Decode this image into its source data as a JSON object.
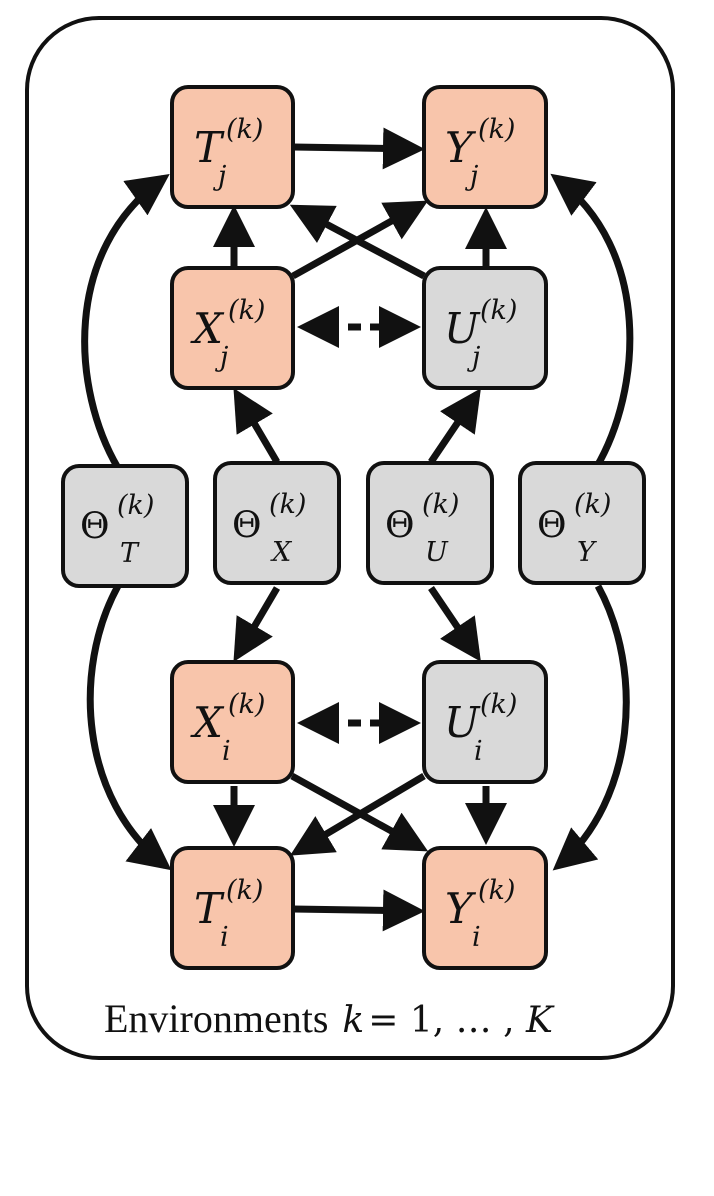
{
  "caption": {
    "word": "Environments",
    "math_prefix": "k",
    "math_rest": " = 1, … , ",
    "math_last": "K"
  },
  "superscript": "(k)",
  "colors": {
    "observed_fill": "#f8c5ab",
    "latent_fill": "#d9d9d9",
    "stroke": "#111111"
  },
  "nodes": {
    "Tj": {
      "symbol": "T",
      "sub": "j",
      "kind": "observed"
    },
    "Yj": {
      "symbol": "Y",
      "sub": "j",
      "kind": "observed"
    },
    "Xj": {
      "symbol": "X",
      "sub": "j",
      "kind": "observed"
    },
    "Uj": {
      "symbol": "U",
      "sub": "j",
      "kind": "latent"
    },
    "ThT": {
      "symbol": "Θ",
      "sub": "T",
      "kind": "latent"
    },
    "ThX": {
      "symbol": "Θ",
      "sub": "X",
      "kind": "latent"
    },
    "ThU": {
      "symbol": "Θ",
      "sub": "U",
      "kind": "latent"
    },
    "ThY": {
      "symbol": "Θ",
      "sub": "Y",
      "kind": "latent"
    },
    "Xi": {
      "symbol": "X",
      "sub": "i",
      "kind": "observed"
    },
    "Ui": {
      "symbol": "U",
      "sub": "i",
      "kind": "latent"
    },
    "Ti": {
      "symbol": "T",
      "sub": "i",
      "kind": "observed"
    },
    "Yi": {
      "symbol": "Y",
      "sub": "i",
      "kind": "observed"
    }
  },
  "edges": [
    {
      "from": "Tj",
      "to": "Yj",
      "style": "solid"
    },
    {
      "from": "Xj",
      "to": "Tj",
      "style": "solid"
    },
    {
      "from": "Xj",
      "to": "Yj",
      "style": "solid"
    },
    {
      "from": "Uj",
      "to": "Tj",
      "style": "solid"
    },
    {
      "from": "Uj",
      "to": "Yj",
      "style": "solid"
    },
    {
      "from": "Xj",
      "to": "Uj",
      "style": "dotted-bidirectional"
    },
    {
      "from": "ThX",
      "to": "Xj",
      "style": "solid"
    },
    {
      "from": "ThU",
      "to": "Uj",
      "style": "solid"
    },
    {
      "from": "ThT",
      "to": "Tj",
      "style": "curved"
    },
    {
      "from": "ThY",
      "to": "Yj",
      "style": "curved"
    },
    {
      "from": "ThX",
      "to": "Xi",
      "style": "solid"
    },
    {
      "from": "ThU",
      "to": "Ui",
      "style": "solid"
    },
    {
      "from": "ThT",
      "to": "Ti",
      "style": "curved"
    },
    {
      "from": "ThY",
      "to": "Yi",
      "style": "curved"
    },
    {
      "from": "Xi",
      "to": "Ui",
      "style": "dotted-bidirectional"
    },
    {
      "from": "Xi",
      "to": "Ti",
      "style": "solid"
    },
    {
      "from": "Xi",
      "to": "Yi",
      "style": "solid"
    },
    {
      "from": "Ui",
      "to": "Ti",
      "style": "solid"
    },
    {
      "from": "Ui",
      "to": "Yi",
      "style": "solid"
    },
    {
      "from": "Ti",
      "to": "Yi",
      "style": "solid"
    }
  ]
}
